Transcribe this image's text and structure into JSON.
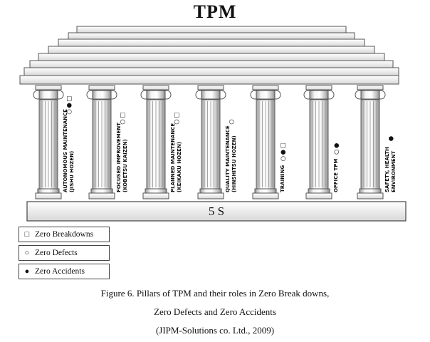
{
  "title": "TPM",
  "base_label": "5 S",
  "symbols": {
    "breakdowns": "□",
    "defects": "○",
    "accidents": "●"
  },
  "pillars": [
    {
      "line1": "AUTONOMOUS MAINTENANCE",
      "line2": "(JISHU HOZEN)",
      "marks": [
        "○",
        "●",
        "□"
      ]
    },
    {
      "line1": "FOCUSED IMPROVEMENT",
      "line2": "(KOBETSU KAIZEN)",
      "marks": [
        "○",
        "□"
      ]
    },
    {
      "line1": "PLANNED MAINTENANCE",
      "line2": "(KEIKAKU HOZEN)",
      "marks": [
        "○",
        "□"
      ]
    },
    {
      "line1": "QUALITY MAINTENANCE",
      "line2": "(HINSHITSU HOZEN)",
      "marks": [
        "○"
      ]
    },
    {
      "line1": "TRAINING",
      "line2": "",
      "marks": [
        "○",
        "●",
        "□"
      ]
    },
    {
      "line1": "OFFICE TPM",
      "line2": "",
      "marks": [
        "○",
        "●"
      ]
    },
    {
      "line1": "SAFETY, HEALTH",
      "line2": "ENVIRONMENT",
      "marks": [
        "●"
      ]
    }
  ],
  "legend": [
    {
      "symbol": "□",
      "label": "Zero Breakdowns"
    },
    {
      "symbol": "○",
      "label": "Zero Defects"
    },
    {
      "symbol": "●",
      "label": "Zero Accidents"
    }
  ],
  "caption": {
    "line1": "Figure 6. Pillars of TPM and their roles in Zero Break downs,",
    "line2": "Zero Defects and Zero Accidents",
    "line3": "(JIPM-Solutions co. Ltd., 2009)"
  }
}
